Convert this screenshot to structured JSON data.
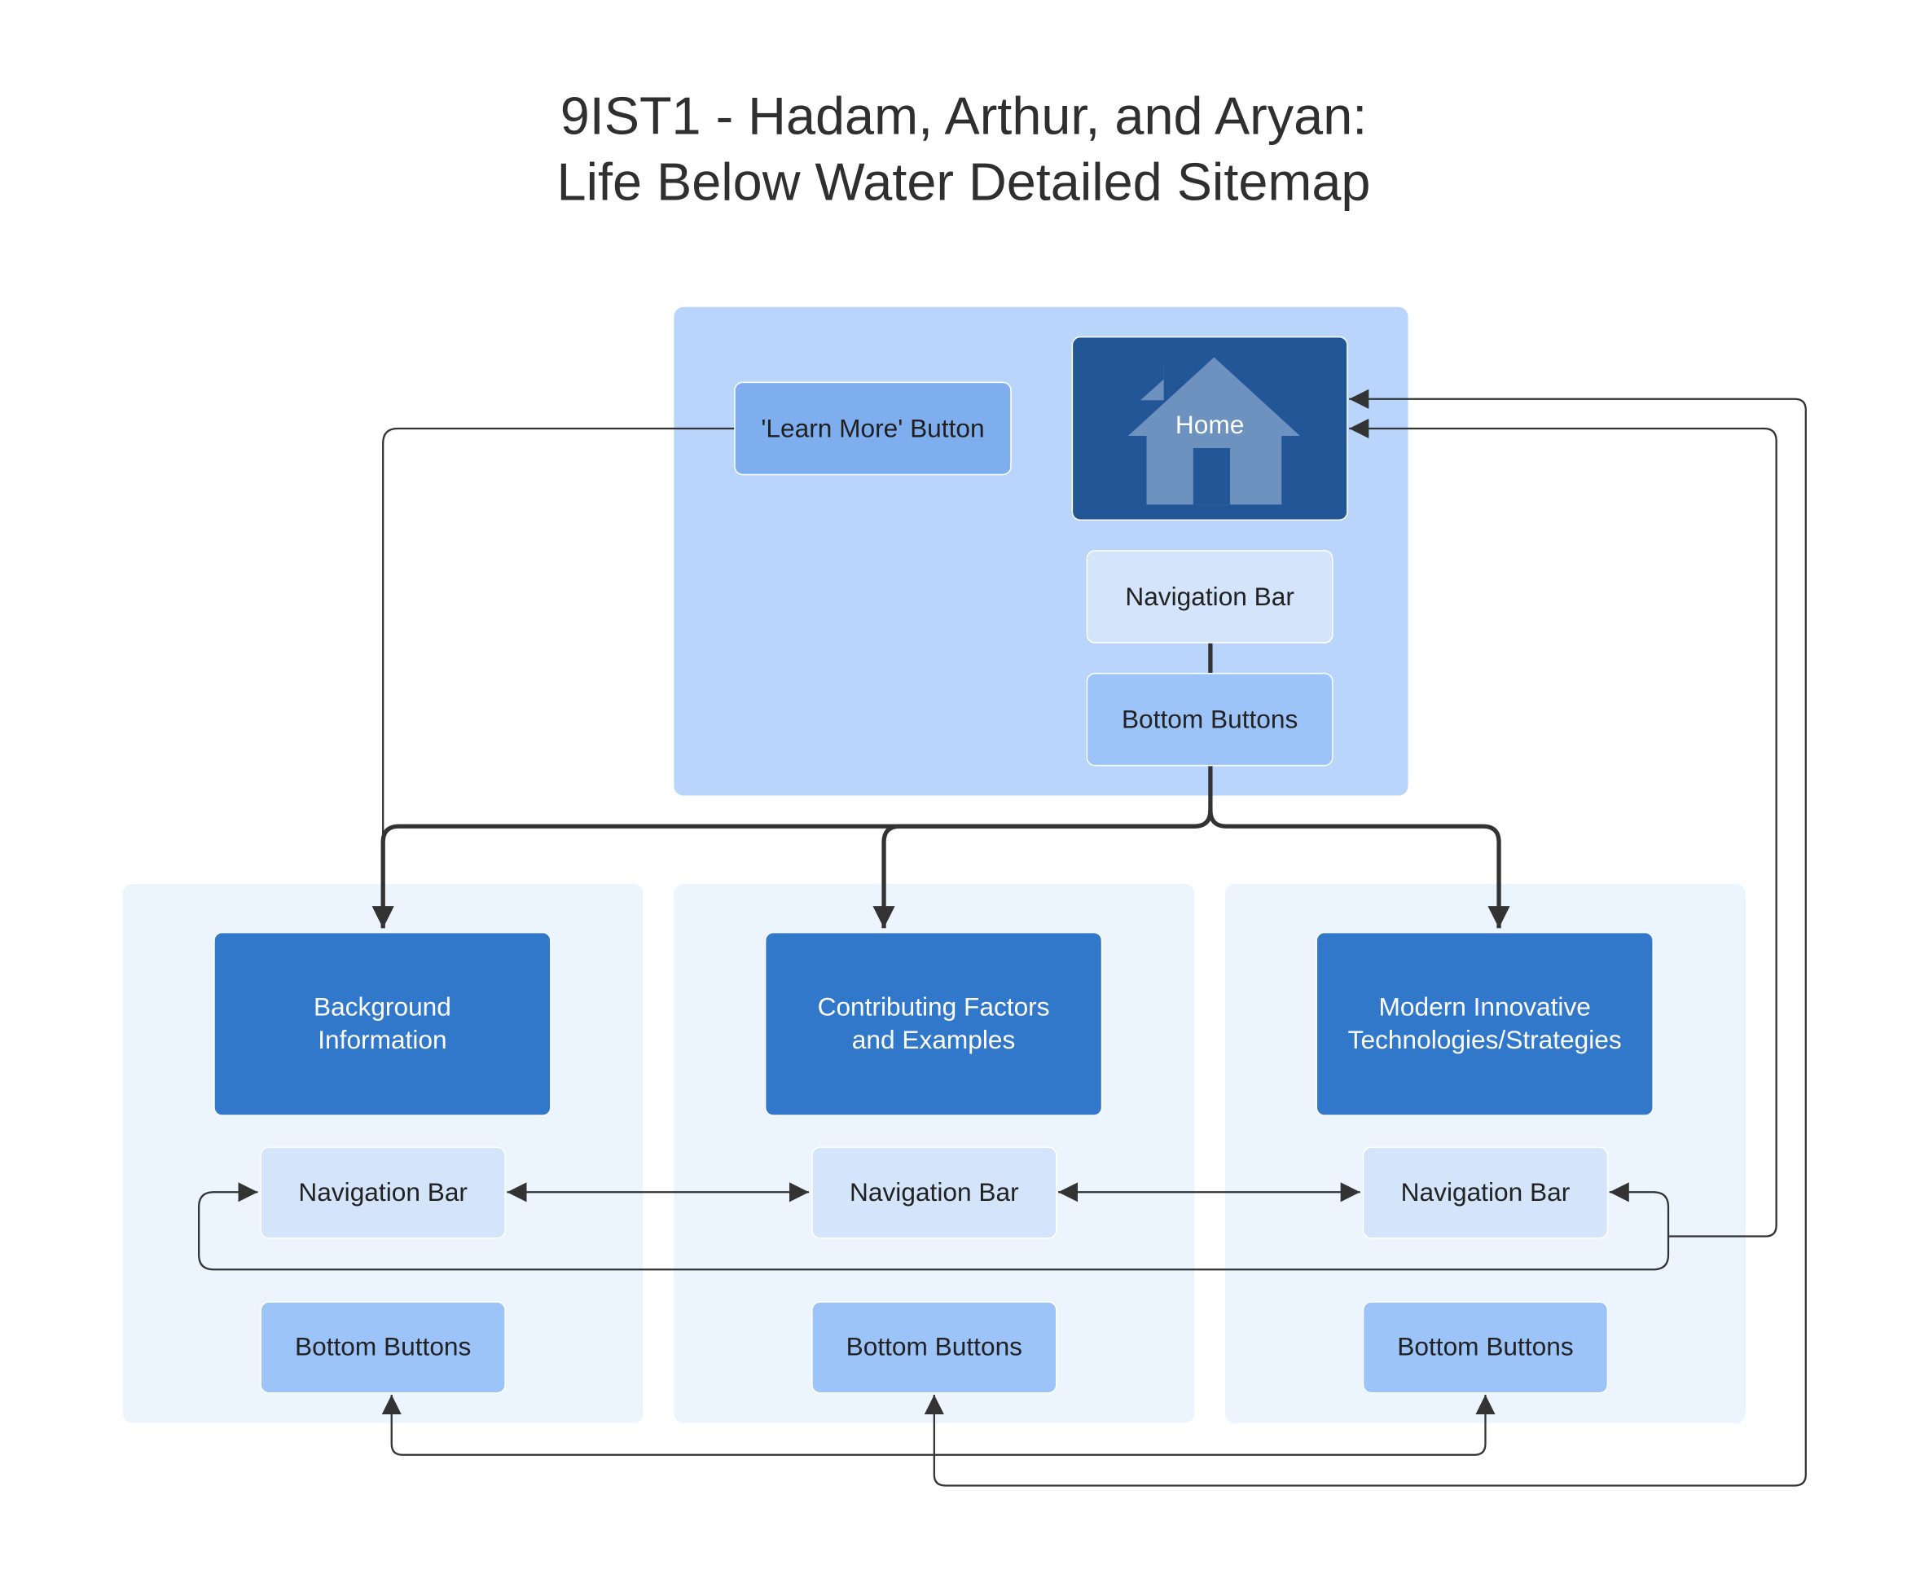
{
  "title": {
    "line1": "9IST1 - Hadam, Arthur, and Aryan:",
    "line2": "Life Below Water Detailed Sitemap"
  },
  "home_section": {
    "home": "Home",
    "learn_more": "'Learn More' Button",
    "nav_bar": "Navigation Bar",
    "bottom_buttons": "Bottom Buttons"
  },
  "pages": [
    {
      "title_line1": "Background",
      "title_line2": "Information",
      "nav_bar": "Navigation Bar",
      "bottom_buttons": "Bottom Buttons"
    },
    {
      "title_line1": "Contributing Factors",
      "title_line2": "and Examples",
      "nav_bar": "Navigation Bar",
      "bottom_buttons": "Bottom Buttons"
    },
    {
      "title_line1": "Modern Innovative",
      "title_line2": "Technologies/Strategies",
      "nav_bar": "Navigation Bar",
      "bottom_buttons": "Bottom Buttons"
    }
  ],
  "colors": {
    "home_panel": "#b9d5fb",
    "page_panel": "#ecf4fe",
    "home_node": "#225697",
    "page_node": "#3278ca",
    "learn_more_node": "#7eaeee",
    "nav_node": "#d3e4fb",
    "bottom_node": "#9cc4f8",
    "connector": "#333333"
  },
  "icons": {
    "home_node_icon": "house-icon"
  }
}
